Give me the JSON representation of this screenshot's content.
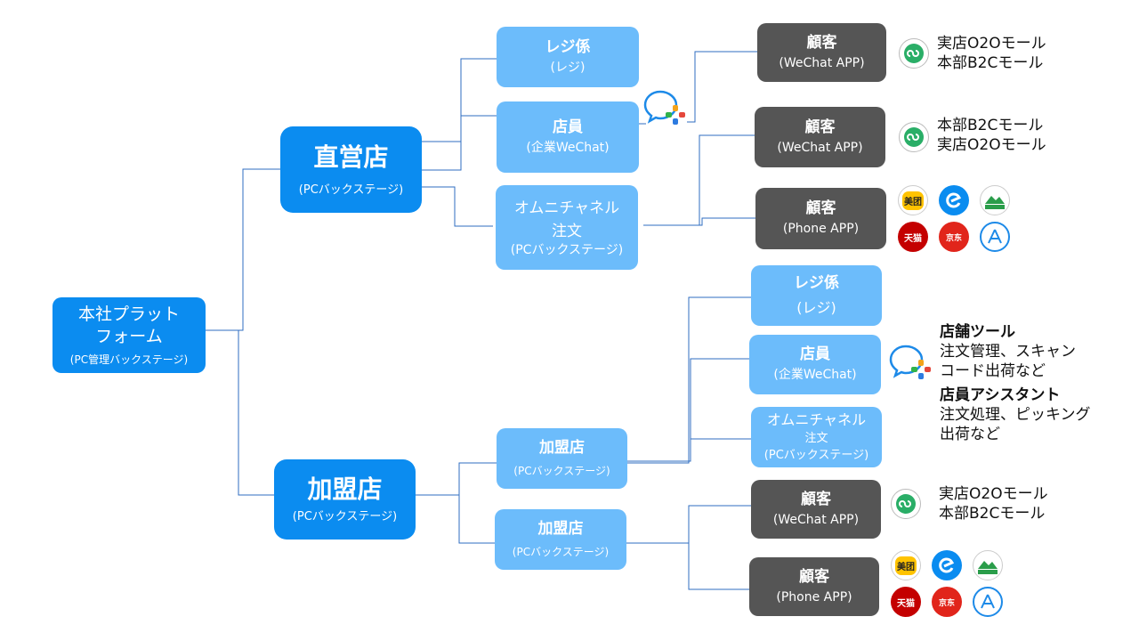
{
  "root": {
    "title": "本社プラット\nフォーム",
    "sub": "(PC管理バックステージ)"
  },
  "direct": {
    "title": "直営店",
    "sub": "(PCバックステージ)"
  },
  "franchise": {
    "title": "加盟店",
    "sub": "(PCバックステージ)"
  },
  "direct_children": [
    {
      "title": "レジ係",
      "sub": "(レジ)"
    },
    {
      "title": "店員",
      "sub": "(企業WeChat)"
    },
    {
      "title": "オムニチャネル\n注文",
      "sub": "(PCバックステージ)"
    }
  ],
  "franchise_children": [
    {
      "title": "加盟店",
      "sub": "(PCバックステージ)"
    },
    {
      "title": "加盟店",
      "sub": "(PCバックステージ)"
    }
  ],
  "franchise_staff": [
    {
      "title": "レジ係",
      "sub": "(レジ)"
    },
    {
      "title": "店員",
      "sub": "(企業WeChat)"
    },
    {
      "title": "オムニチャネル",
      "mid": "注文",
      "sub": "(PCバックステージ)"
    }
  ],
  "customers": [
    {
      "title": "顧客",
      "sub": "(WeChat APP)"
    },
    {
      "title": "顧客",
      "sub": "(WeChat APP)"
    },
    {
      "title": "顧客",
      "sub": "(Phone APP)"
    },
    {
      "title": "顧客",
      "sub": "(WeChat APP)"
    },
    {
      "title": "顧客",
      "sub": "(Phone APP)"
    }
  ],
  "mall_notes": [
    [
      "実店O2Oモール",
      "本部B2Cモール"
    ],
    [
      "本部B2Cモール",
      "実店O2Oモール"
    ],
    [
      "実店O2Oモール",
      "本部B2Cモール"
    ]
  ],
  "tool_note": {
    "h1": "店舗ツール",
    "l1": "注文管理、スキャン",
    "l2": "コード出荷など",
    "h2": "店員アシスタント",
    "l3": "注文処理、ピッキング",
    "l4": "出荷など"
  },
  "app_icons": {
    "meituan": "美团",
    "tmall": "天猫",
    "jd": "京东",
    "jd_daojia": "京东到家"
  },
  "icons": [
    "miniprogram-icon",
    "meituan-icon",
    "eleme-icon",
    "jd-daojia-icon",
    "tmall-icon",
    "jd-icon",
    "app-store-icon",
    "wecom-icon"
  ],
  "colors": {
    "primary": "#0b8cf0",
    "secondary": "#6cbcfb",
    "customer": "#555555",
    "line": "#2f6ec2"
  }
}
